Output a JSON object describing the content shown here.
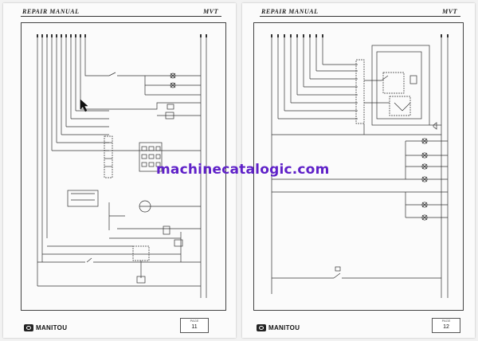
{
  "document": {
    "pages": [
      {
        "header_title": "REPAIR MANUAL",
        "header_model": "MVT",
        "page_label": "PAGE",
        "page_number": "11",
        "logo_text": "MANITOU"
      },
      {
        "header_title": "REPAIR MANUAL",
        "header_model": "MVT",
        "page_label": "PAGE",
        "page_number": "12",
        "logo_text": "MANITOU"
      }
    ],
    "watermark": "machinecatalogic.com"
  }
}
